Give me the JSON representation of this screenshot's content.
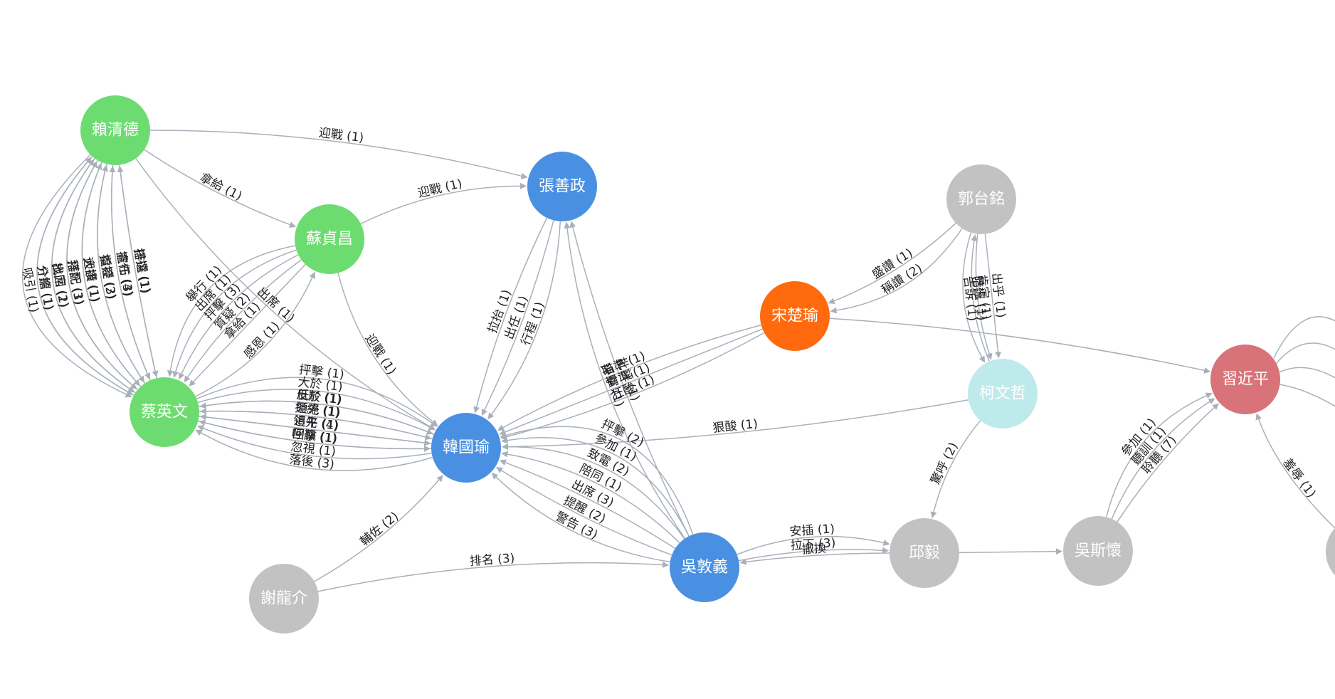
{
  "colors": {
    "green": "#6ddc70",
    "blue": "#4a90e2",
    "orange": "#ff6a0e",
    "gray": "#c2c2c2",
    "cyan": "#bfeaeb",
    "red": "#d9737a",
    "edge": "#a9b0ba"
  },
  "nodes": [
    {
      "id": "lai",
      "label": "賴清德",
      "color": "green"
    },
    {
      "id": "su",
      "label": "蘇貞昌",
      "color": "green"
    },
    {
      "id": "tsai",
      "label": "蔡英文",
      "color": "green"
    },
    {
      "id": "chang",
      "label": "張善政",
      "color": "blue"
    },
    {
      "id": "han",
      "label": "韓國瑜",
      "color": "blue"
    },
    {
      "id": "wu",
      "label": "吳敦義",
      "color": "blue"
    },
    {
      "id": "soong",
      "label": "宋楚瑜",
      "color": "orange"
    },
    {
      "id": "kuo",
      "label": "郭台銘",
      "color": "gray"
    },
    {
      "id": "ko",
      "label": "柯文哲",
      "color": "cyan"
    },
    {
      "id": "xi",
      "label": "習近平",
      "color": "red"
    },
    {
      "id": "hsieh",
      "label": "謝龍介",
      "color": "gray"
    },
    {
      "id": "chiu",
      "label": "邱毅",
      "color": "gray"
    },
    {
      "id": "wus",
      "label": "吳斯懷",
      "color": "gray"
    }
  ],
  "edges": [
    {
      "from": "lai",
      "to": "chang",
      "label": "迎戰 (1)"
    },
    {
      "from": "lai",
      "to": "su",
      "label": "拿給 (1)"
    },
    {
      "from": "lai",
      "to": "han",
      "label": "出席 (1)"
    },
    {
      "from": "tsai",
      "to": "lai",
      "label": "排選 (1)"
    },
    {
      "from": "tsai",
      "to": "lai",
      "label": "宣布 (3)"
    },
    {
      "from": "tsai",
      "to": "lai",
      "label": "質疑 (3)"
    },
    {
      "from": "tsai",
      "to": "lai",
      "label": "大讚 (1)"
    },
    {
      "from": "tsai",
      "to": "lai",
      "label": "搭配 (1)"
    },
    {
      "from": "tsai",
      "to": "lai",
      "label": "找回 (1)"
    },
    {
      "from": "tsai",
      "to": "lai",
      "label": "介紹 (1)"
    },
    {
      "from": "lai",
      "to": "tsai",
      "label": "搭擋 (1)"
    },
    {
      "from": "lai",
      "to": "tsai",
      "label": "擔任 (4)"
    },
    {
      "from": "lai",
      "to": "tsai",
      "label": "指控 (2)"
    },
    {
      "from": "lai",
      "to": "tsai",
      "label": "迎接 (1)"
    },
    {
      "from": "lai",
      "to": "tsai",
      "label": "拜託 (3)"
    },
    {
      "from": "lai",
      "to": "tsai",
      "label": "出席 (2)"
    },
    {
      "from": "lai",
      "to": "tsai",
      "label": "分擔 (1)"
    },
    {
      "from": "lai",
      "to": "tsai",
      "label": "吸引 (1)"
    },
    {
      "from": "su",
      "to": "chang",
      "label": "迎戰 (1)"
    },
    {
      "from": "su",
      "to": "tsai",
      "label": "拿給 (1)"
    },
    {
      "from": "su",
      "to": "tsai",
      "label": "質疑 (2)"
    },
    {
      "from": "su",
      "to": "tsai",
      "label": "抨擊 (3)"
    },
    {
      "from": "su",
      "to": "tsai",
      "label": "出席 (1)"
    },
    {
      "from": "su",
      "to": "tsai",
      "label": "舉行 (1)"
    },
    {
      "from": "su",
      "to": "han",
      "label": "迎戰 (1)"
    },
    {
      "from": "tsai",
      "to": "han",
      "label": "抨擊 (1)"
    },
    {
      "from": "tsai",
      "to": "han",
      "label": "大於 (1)"
    },
    {
      "from": "tsai",
      "to": "han",
      "label": "反駁 (1)"
    },
    {
      "from": "tsai",
      "to": "han",
      "label": "拒絕 (1)"
    },
    {
      "from": "tsai",
      "to": "han",
      "label": "領先 (4)"
    },
    {
      "from": "tsai",
      "to": "han",
      "label": "呼籲 (1)"
    },
    {
      "from": "tsai",
      "to": "su",
      "label": "感恩 (1)"
    },
    {
      "from": "han",
      "to": "tsai",
      "label": "落後 (3)"
    },
    {
      "from": "han",
      "to": "tsai",
      "label": "忽視 (1)"
    },
    {
      "from": "han",
      "to": "tsai",
      "label": "回擊 (1)"
    },
    {
      "from": "han",
      "to": "tsai",
      "label": "追平 (1)"
    },
    {
      "from": "han",
      "to": "tsai",
      "label": "領先 (1)"
    },
    {
      "from": "han",
      "to": "tsai",
      "label": "低於 (1)"
    },
    {
      "from": "hsieh",
      "to": "han",
      "label": "輔佐 (2)"
    },
    {
      "from": "hsieh",
      "to": "wu",
      "label": "排名 (3)"
    },
    {
      "from": "chang",
      "to": "han",
      "label": "行程 (1)"
    },
    {
      "from": "chang",
      "to": "han",
      "label": "出任 (1)"
    },
    {
      "from": "chang",
      "to": "han",
      "label": "拉抬 (1)"
    },
    {
      "from": "wu",
      "to": "chang",
      "label": "批評 (1)"
    },
    {
      "from": "wu",
      "to": "chang",
      "label": "抨擊 (1)"
    },
    {
      "from": "soong",
      "to": "han",
      "label": "瞄準 (1)"
    },
    {
      "from": "soong",
      "to": "han",
      "label": "對準 (1)"
    },
    {
      "from": "soong",
      "to": "han",
      "label": "狂酸 (1)"
    },
    {
      "from": "ko",
      "to": "han",
      "label": "狠酸 (1)"
    },
    {
      "from": "wu",
      "to": "han",
      "label": "警告 (3)"
    },
    {
      "from": "wu",
      "to": "han",
      "label": "提醒 (2)"
    },
    {
      "from": "wu",
      "to": "han",
      "label": "出席 (3)"
    },
    {
      "from": "wu",
      "to": "han",
      "label": "陪同 (1)"
    },
    {
      "from": "wu",
      "to": "han",
      "label": "致電 (2)"
    },
    {
      "from": "wu",
      "to": "han",
      "label": "參加 (1)"
    },
    {
      "from": "wu",
      "to": "han",
      "label": "抨擊 (2)"
    },
    {
      "from": "wu",
      "to": "chiu",
      "label": "安插 (1)"
    },
    {
      "from": "wu",
      "to": "chiu",
      "label": "拉下 (3)"
    },
    {
      "from": "chiu",
      "to": "wu",
      "label": "撤換"
    },
    {
      "from": "chiu",
      "to": "wus",
      "label": ""
    },
    {
      "from": "kuo",
      "to": "soong",
      "label": "盛讚 (1)"
    },
    {
      "from": "kuo",
      "to": "soong",
      "label": "稱讚 (2)"
    },
    {
      "from": "ko",
      "to": "kuo",
      "label": "暗諷 (1)"
    },
    {
      "from": "kuo",
      "to": "ko",
      "label": "出乎 (1)"
    },
    {
      "from": "kuo",
      "to": "ko",
      "label": "肯定 (1)"
    },
    {
      "from": "kuo",
      "to": "ko",
      "label": "告訴 (1)"
    },
    {
      "from": "ko",
      "to": "chiu",
      "label": "驚呼 (2)"
    },
    {
      "from": "soong",
      "to": "xi",
      "label": ""
    },
    {
      "from": "wus",
      "to": "xi",
      "label": "參加 (1)"
    },
    {
      "from": "wus",
      "to": "xi",
      "label": "聽訓 (1)"
    },
    {
      "from": "wus",
      "to": "xi",
      "label": "聆聽 (7)"
    },
    {
      "from": "offscreen",
      "to": "xi",
      "label": "羞辱 (1)"
    }
  ]
}
